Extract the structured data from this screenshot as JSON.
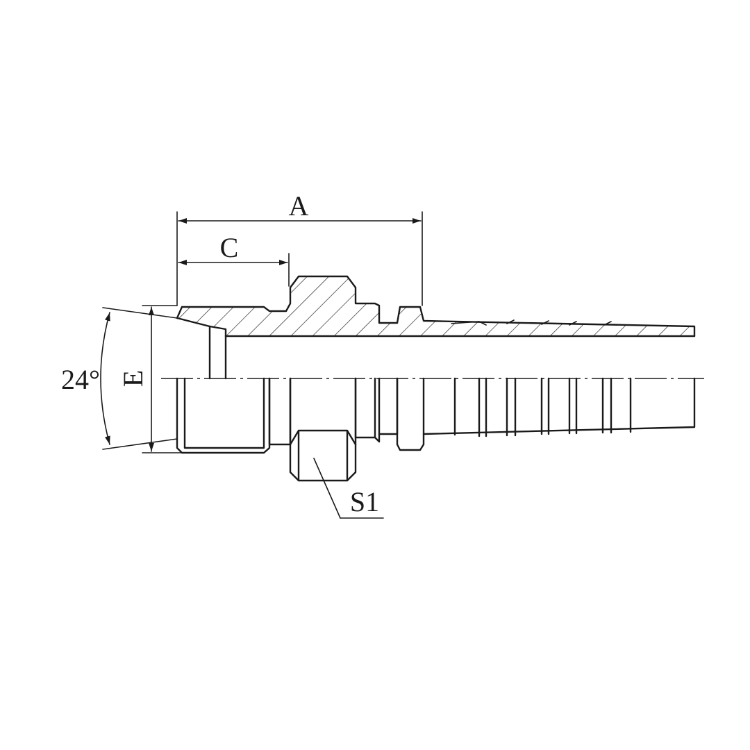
{
  "dimensions": {
    "overall_length": "A",
    "thread_length": "C",
    "thread_diameter": "E",
    "hex_size": "S1",
    "cone_angle": "24°"
  }
}
